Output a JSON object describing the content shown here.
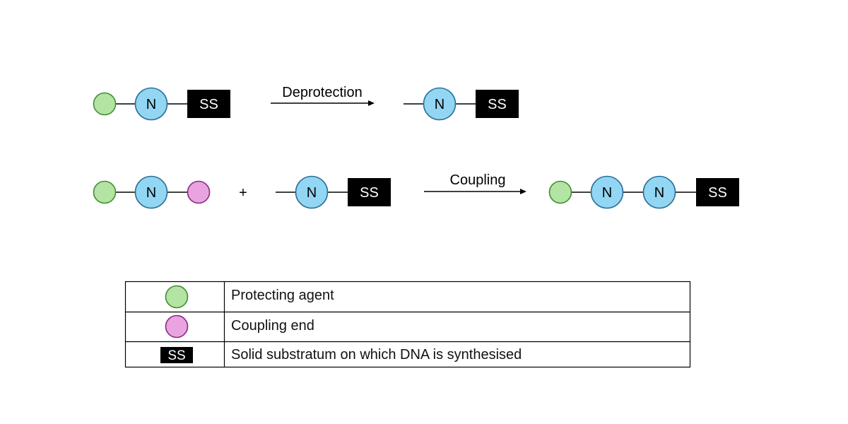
{
  "colors": {
    "protecting_fill": "#b3e4a4",
    "protecting_stroke": "#3f8f2f",
    "nucleotide_fill": "#92d6f4",
    "nucleotide_stroke": "#2a6f95",
    "coupling_fill": "#e9a3e1",
    "coupling_stroke": "#8a2c82",
    "substrate_fill": "#000000",
    "substrate_text": "#ffffff",
    "line": "#000000"
  },
  "labels": {
    "nucleotide": "N",
    "substrate": "SS",
    "plus": "+"
  },
  "arrows": {
    "deprotection": "Deprotection",
    "coupling": "Coupling"
  },
  "legend": {
    "rows": [
      {
        "symbol": "protecting-agent",
        "text": "Protecting agent"
      },
      {
        "symbol": "coupling-end",
        "text": "Coupling end"
      },
      {
        "symbol": "solid-substratum",
        "symbol_text": "SS",
        "text": "Solid substratum on which DNA is synthesised"
      }
    ]
  }
}
